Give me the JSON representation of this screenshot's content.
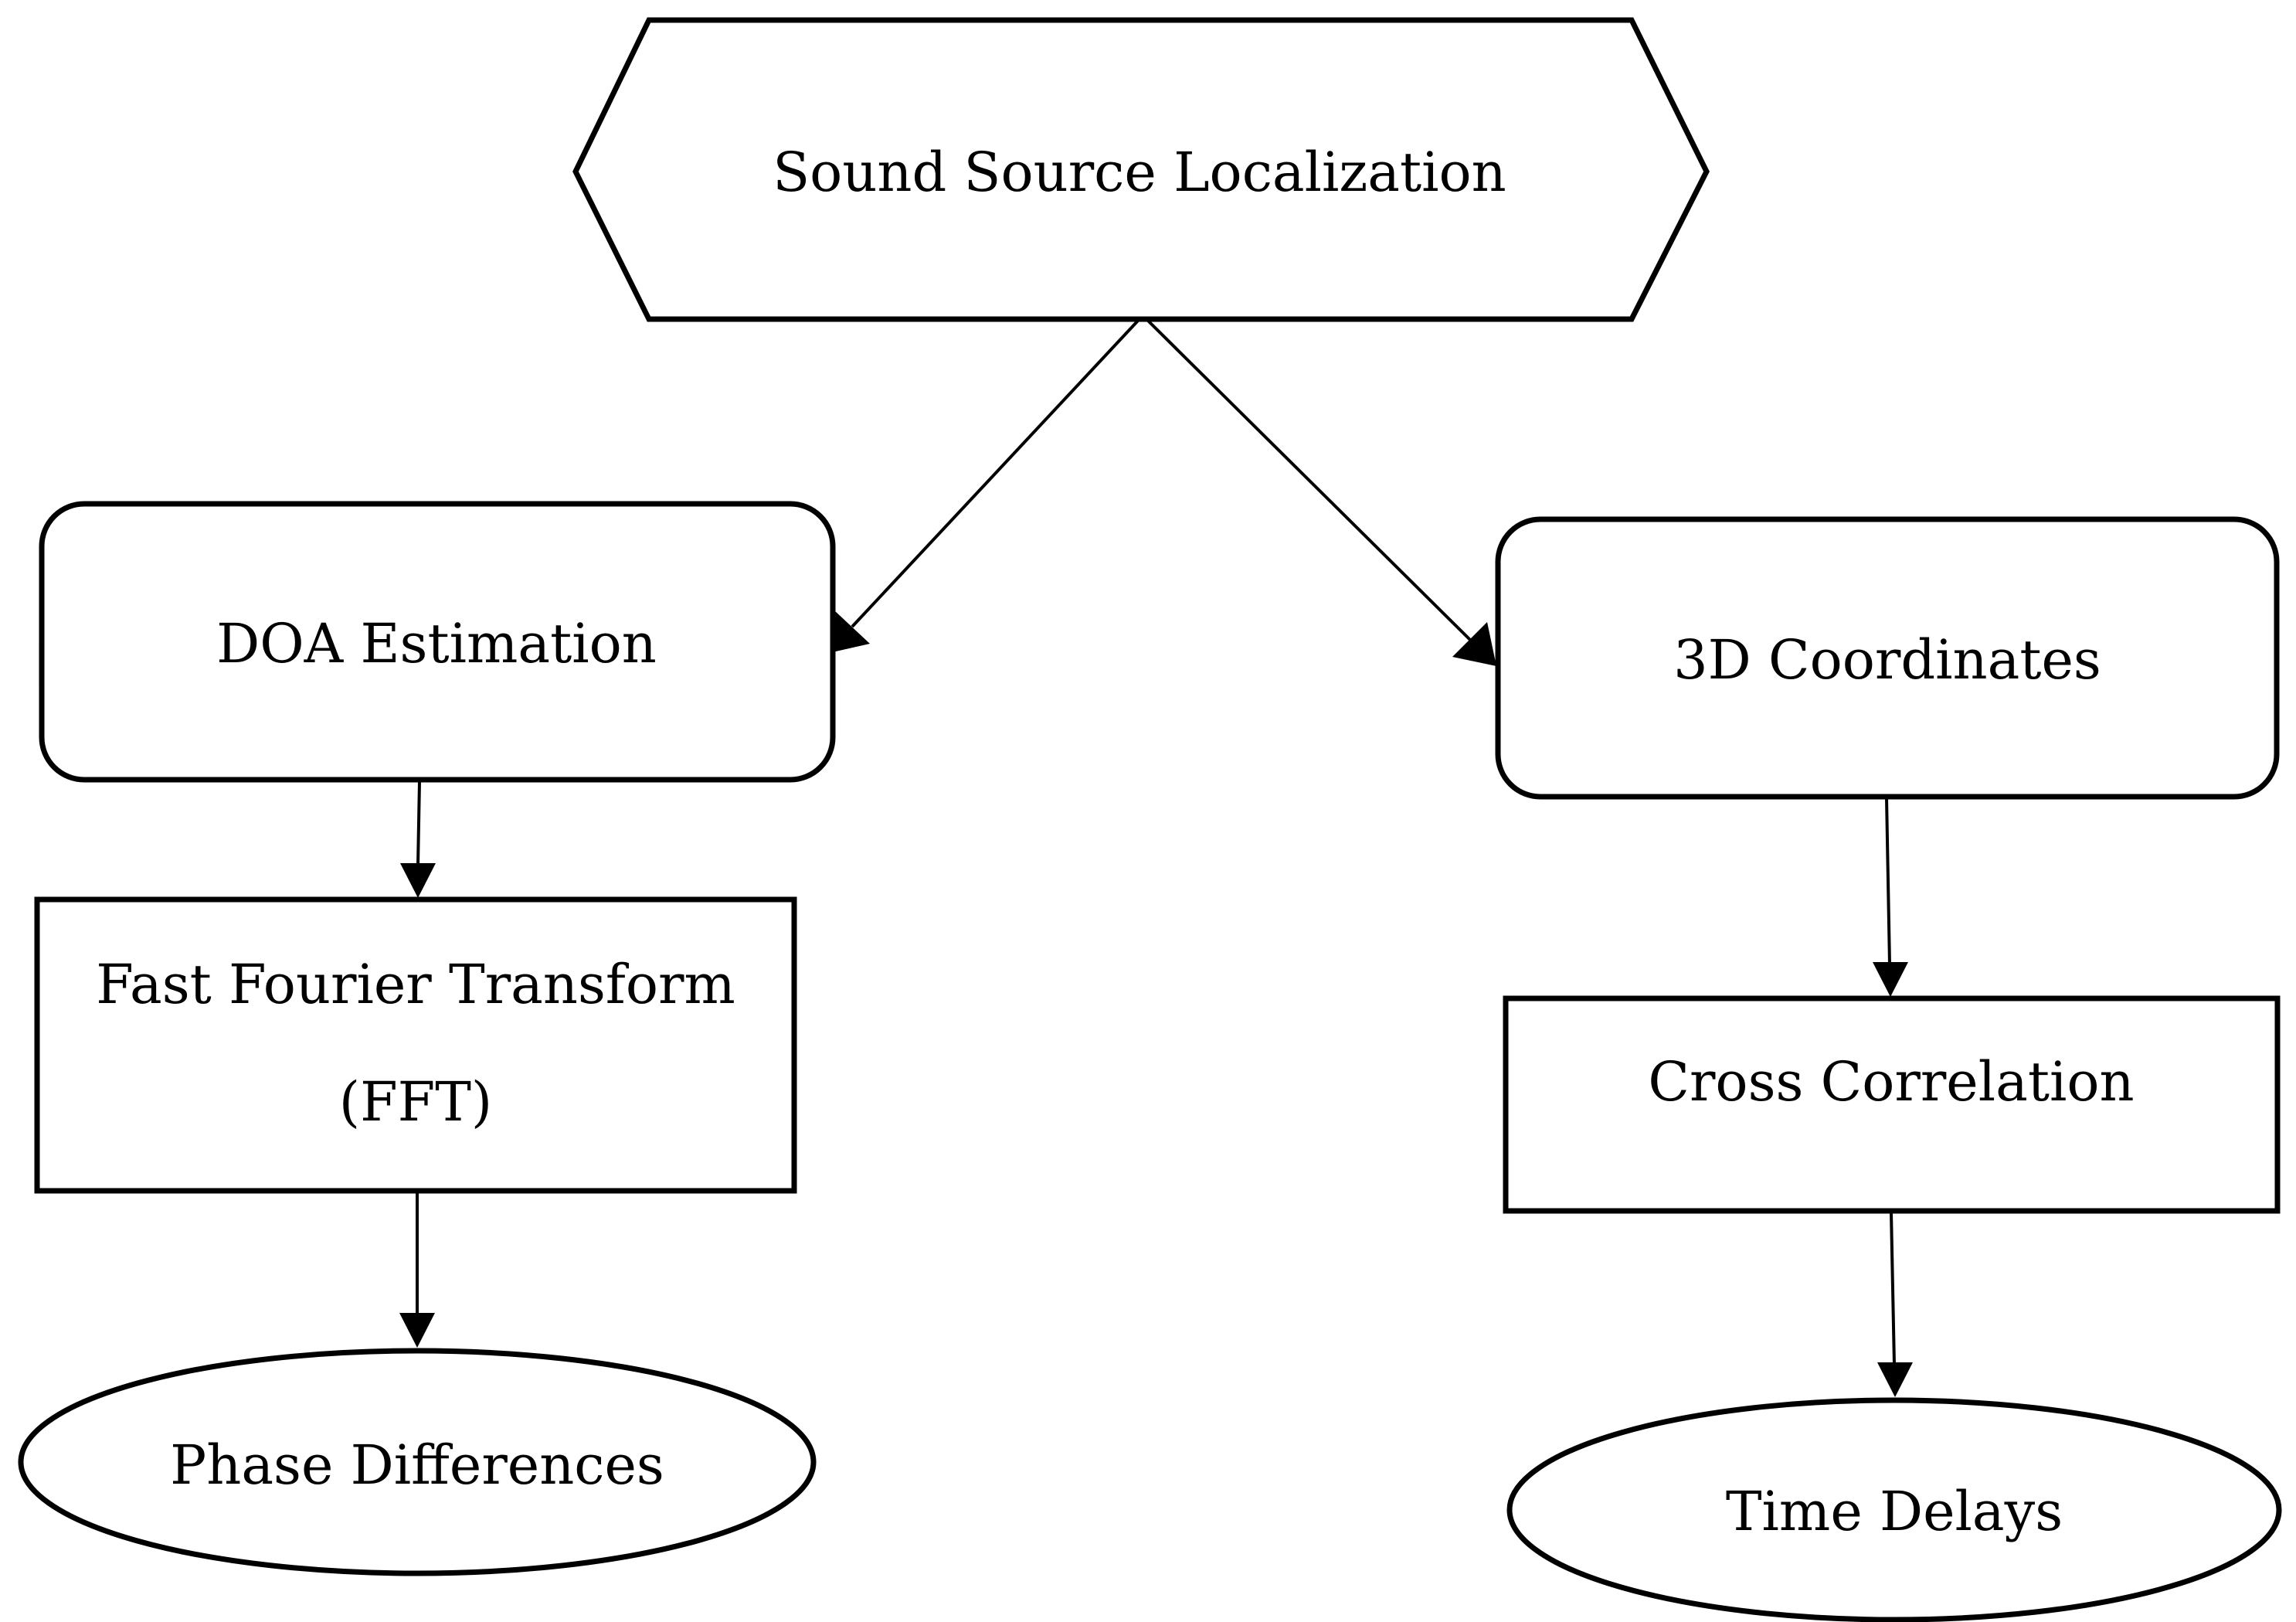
{
  "diagram": {
    "root": {
      "label": "Sound Source Localization"
    },
    "left_branch": {
      "method": {
        "label": "DOA Estimation"
      },
      "process": {
        "line1": "Fast Fourier Transform",
        "line2": "(FFT)"
      },
      "output": {
        "label": "Phase Differences"
      }
    },
    "right_branch": {
      "method": {
        "label": "3D Coordinates"
      },
      "process": {
        "label": "Cross Correlation"
      },
      "output": {
        "label": "Time Delays"
      }
    },
    "colors": {
      "stroke": "#000000",
      "fill": "#ffffff",
      "text": "#000000"
    }
  }
}
